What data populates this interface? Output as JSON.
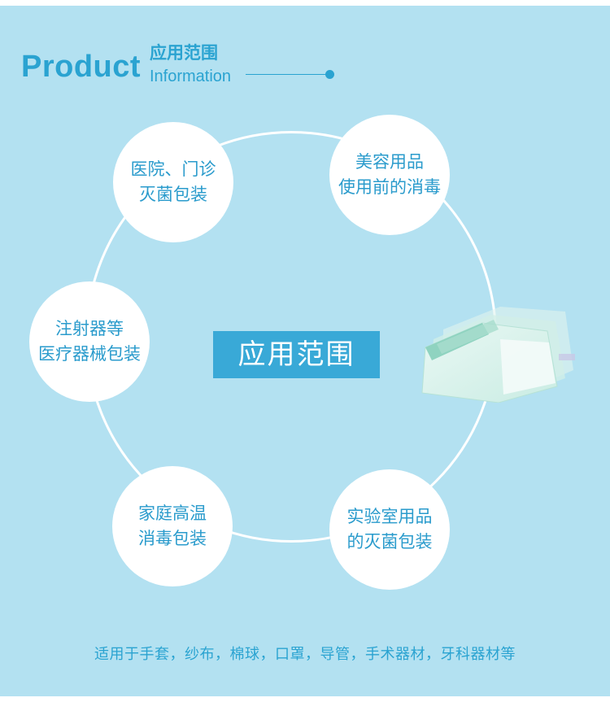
{
  "header": {
    "product": "Product",
    "title_cn": "应用范围",
    "information": "Information"
  },
  "center_label": "应用范围",
  "bubbles": [
    {
      "text": "医院、门诊\n灭菌包装"
    },
    {
      "text": "美容用品\n使用前的消毒"
    },
    {
      "text": "注射器等\n医疗器械包装"
    },
    {
      "text": "家庭高温\n消毒包装"
    },
    {
      "text": "实验室用品\n的灭菌包装"
    }
  ],
  "footer": "适用于手套，纱布，棉球，口罩，导管，手术器材，牙科器材等",
  "colors": {
    "background": "#b3e1f1",
    "accent": "#2aa3d1",
    "label_bg": "#39a9d7",
    "text_blue": "#2a9bcc"
  }
}
